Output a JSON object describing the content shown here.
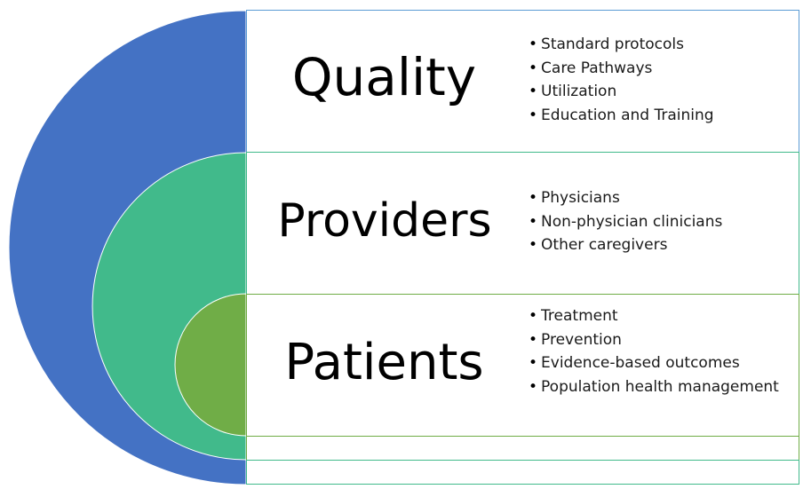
{
  "colors": {
    "outer_arc": "#4472C4",
    "middle_arc": "#41BA8B",
    "inner_arc": "#70AD47",
    "box_border_top": "#5B9BD5",
    "box_border_mid": "#41BA8B",
    "box_border_bottom": "#70AD47"
  },
  "layers": [
    {
      "title": "Quality",
      "items": [
        "Standard protocols",
        "Care Pathways",
        "Utilization",
        "Education and Training"
      ]
    },
    {
      "title": "Providers",
      "items": [
        "Physicians",
        "Non-physician clinicians",
        "Other caregivers"
      ]
    },
    {
      "title": "Patients",
      "items": [
        "Treatment",
        "Prevention",
        "Evidence-based outcomes",
        "Population health management"
      ]
    }
  ]
}
